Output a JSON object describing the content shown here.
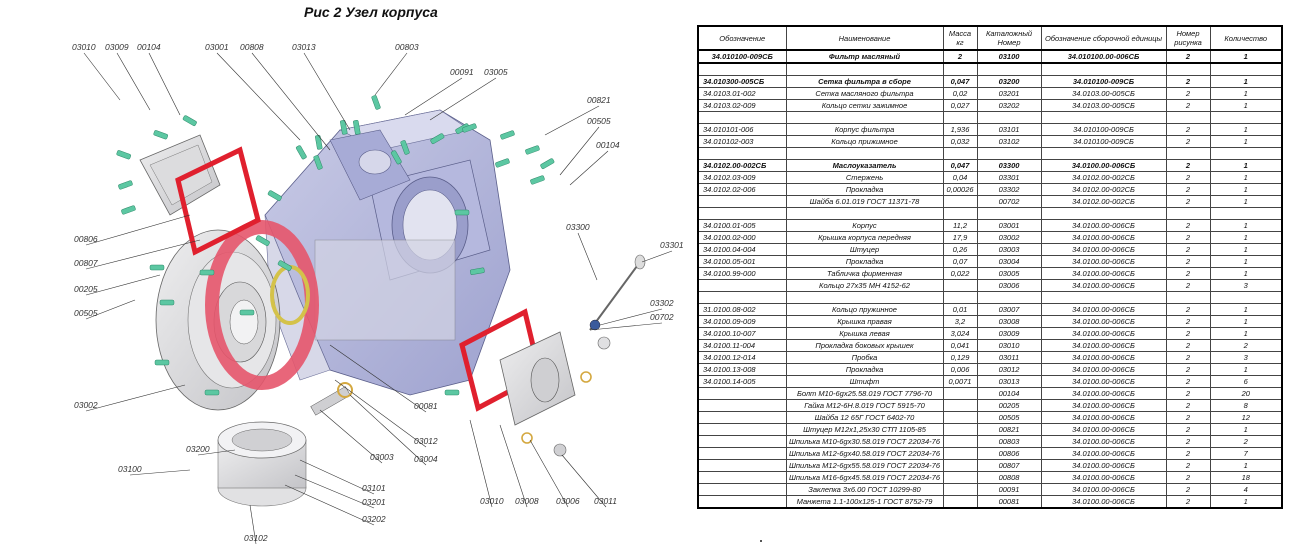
{
  "title": "Рис 2  Узел корпуса",
  "callouts": [
    {
      "id": "c1",
      "label": "03010"
    },
    {
      "id": "c2",
      "label": "03009"
    },
    {
      "id": "c3",
      "label": "00104"
    },
    {
      "id": "c4",
      "label": "03001"
    },
    {
      "id": "c5",
      "label": "00808"
    },
    {
      "id": "c6",
      "label": "03013"
    },
    {
      "id": "c7",
      "label": "00803"
    },
    {
      "id": "c8",
      "label": "00091"
    },
    {
      "id": "c9",
      "label": "03005"
    },
    {
      "id": "c10",
      "label": "00821"
    },
    {
      "id": "c11",
      "label": "00505"
    },
    {
      "id": "c12",
      "label": "00104"
    },
    {
      "id": "c13",
      "label": "03300"
    },
    {
      "id": "c14",
      "label": "03301"
    },
    {
      "id": "c15",
      "label": "03302"
    },
    {
      "id": "c16",
      "label": "00702"
    },
    {
      "id": "c17",
      "label": "00806"
    },
    {
      "id": "c18",
      "label": "00807"
    },
    {
      "id": "c19",
      "label": "00205"
    },
    {
      "id": "c20",
      "label": "00505"
    },
    {
      "id": "c21",
      "label": "03002"
    },
    {
      "id": "c22",
      "label": "00081"
    },
    {
      "id": "c23",
      "label": "03012"
    },
    {
      "id": "c24",
      "label": "03003"
    },
    {
      "id": "c25",
      "label": "03004"
    },
    {
      "id": "c26",
      "label": "03100"
    },
    {
      "id": "c27",
      "label": "03200"
    },
    {
      "id": "c28",
      "label": "03101"
    },
    {
      "id": "c29",
      "label": "03201"
    },
    {
      "id": "c30",
      "label": "03202"
    },
    {
      "id": "c31",
      "label": "03102"
    },
    {
      "id": "c32",
      "label": "03010"
    },
    {
      "id": "c33",
      "label": "03008"
    },
    {
      "id": "c34",
      "label": "03006"
    },
    {
      "id": "c35",
      "label": "03011"
    }
  ],
  "table": {
    "headers": [
      "Обозначение",
      "Наименование",
      "Масса кг",
      "Каталожный Номер",
      "Обозначение сборочной единицы",
      "Номер рисунка",
      "Количество"
    ],
    "rows": [
      {
        "type": "boxed",
        "cells": [
          "34.010100-009СБ",
          "Фильтр масляный",
          "2",
          "03100",
          "34.010100.00-006СБ",
          "2",
          "1"
        ]
      },
      {
        "type": "blank",
        "cells": [
          "",
          "",
          "",
          "",
          "",
          "",
          ""
        ]
      },
      {
        "type": "bold",
        "cells": [
          "34.010300-005СБ",
          "Сетка фильтра в сборе",
          "0,047",
          "03200",
          "34.010100-009СБ",
          "2",
          "1"
        ]
      },
      {
        "type": "normal",
        "cells": [
          "34.0103.01-002",
          "Сетка масляного фильтра",
          "0,02",
          "03201",
          "34.0103.00-005СБ",
          "2",
          "1"
        ]
      },
      {
        "type": "normal",
        "cells": [
          "34.0103.02-009",
          "Кольцо сетки зажимное",
          "0,027",
          "03202",
          "34.0103.00-005СБ",
          "2",
          "1"
        ]
      },
      {
        "type": "blank",
        "cells": [
          "",
          "",
          "",
          "",
          "",
          "",
          ""
        ]
      },
      {
        "type": "normal",
        "cells": [
          "34.010101-006",
          "Корпус фильтра",
          "1,936",
          "03101",
          "34.010100-009СБ",
          "2",
          "1"
        ]
      },
      {
        "type": "normal",
        "cells": [
          "34.010102-003",
          "Кольцо прижимное",
          "0,032",
          "03102",
          "34.010100-009СБ",
          "2",
          "1"
        ]
      },
      {
        "type": "blank",
        "cells": [
          "",
          "",
          "",
          "",
          "",
          "",
          ""
        ]
      },
      {
        "type": "bold",
        "cells": [
          "34.0102.00-002СБ",
          "Маслоуказатель",
          "0,047",
          "03300",
          "34.0100.00-006СБ",
          "2",
          "1"
        ]
      },
      {
        "type": "normal",
        "cells": [
          "34.0102.03-009",
          "Стержень",
          "0,04",
          "03301",
          "34.0102.00-002СБ",
          "2",
          "1"
        ]
      },
      {
        "type": "normal",
        "cells": [
          "34.0102.02-006",
          "Прокладка",
          "0,00026",
          "03302",
          "34.0102.00-002СБ",
          "2",
          "1"
        ]
      },
      {
        "type": "normal",
        "cells": [
          "",
          "Шайба 6.01.019 ГОСТ 11371-78",
          "",
          "00702",
          "34.0102.00-002СБ",
          "2",
          "1"
        ]
      },
      {
        "type": "blank",
        "cells": [
          "",
          "",
          "",
          "",
          "",
          "",
          ""
        ]
      },
      {
        "type": "normal",
        "cells": [
          "34.0100.01-005",
          "Корпус",
          "11,2",
          "03001",
          "34.0100.00-006СБ",
          "2",
          "1"
        ]
      },
      {
        "type": "normal",
        "cells": [
          "34.0100.02-000",
          "Крышка корпуса передняя",
          "17,9",
          "03002",
          "34.0100.00-006СБ",
          "2",
          "1"
        ]
      },
      {
        "type": "normal",
        "cells": [
          "34.0100.04-004",
          "Штуцер",
          "0,26",
          "03003",
          "34.0100.00-006СБ",
          "2",
          "1"
        ]
      },
      {
        "type": "normal",
        "cells": [
          "34.0100.05-001",
          "Прокладка",
          "0,07",
          "03004",
          "34.0100.00-006СБ",
          "2",
          "1"
        ]
      },
      {
        "type": "normal",
        "cells": [
          "34.0100.99-000",
          "Табличка фирменная",
          "0,022",
          "03005",
          "34.0100.00-006СБ",
          "2",
          "1"
        ]
      },
      {
        "type": "normal",
        "cells": [
          "",
          "Кольцо 27х35 МН 4152-62",
          "",
          "03006",
          "34.0100.00-006СБ",
          "2",
          "3"
        ]
      },
      {
        "type": "blank",
        "cells": [
          "",
          "",
          "",
          "",
          "",
          "",
          ""
        ]
      },
      {
        "type": "normal",
        "cells": [
          "31.0100.08-002",
          "Кольцо пружинное",
          "0,01",
          "03007",
          "34.0100.00-006СБ",
          "2",
          "1"
        ]
      },
      {
        "type": "normal",
        "cells": [
          "34.0100.09-009",
          "Крышка правая",
          "3,2",
          "03008",
          "34.0100.00-006СБ",
          "2",
          "1"
        ]
      },
      {
        "type": "normal",
        "cells": [
          "34.0100.10-007",
          "Крышка левая",
          "3,024",
          "03009",
          "34.0100.00-006СБ",
          "2",
          "1"
        ]
      },
      {
        "type": "normal",
        "cells": [
          "34.0100.11-004",
          "Прокладка боковых крышек",
          "0,041",
          "03010",
          "34.0100.00-006СБ",
          "2",
          "2"
        ]
      },
      {
        "type": "normal",
        "cells": [
          "34.0100.12-014",
          "Пробка",
          "0,129",
          "03011",
          "34.0100.00-006СБ",
          "2",
          "3"
        ]
      },
      {
        "type": "normal",
        "cells": [
          "34.0100.13-008",
          "Прокладка",
          "0,006",
          "03012",
          "34.0100.00-006СБ",
          "2",
          "1"
        ]
      },
      {
        "type": "normal",
        "cells": [
          "34.0100.14-005",
          "Штифт",
          "0,0071",
          "03013",
          "34.0100.00-006СБ",
          "2",
          "6"
        ]
      },
      {
        "type": "normal",
        "cells": [
          "",
          "Болт М10-6gх25.58.019 ГОСТ 7796-70",
          "",
          "00104",
          "34.0100.00-006СБ",
          "2",
          "20"
        ]
      },
      {
        "type": "normal",
        "cells": [
          "",
          "Гайка М12-6Н.8.019 ГОСТ 5915-70",
          "",
          "00205",
          "34.0100.00-006СБ",
          "2",
          "8"
        ]
      },
      {
        "type": "normal",
        "cells": [
          "",
          "Шайба 12 65Г ГОСТ 6402-70",
          "",
          "00505",
          "34.0100.00-006СБ",
          "2",
          "12"
        ]
      },
      {
        "type": "normal",
        "cells": [
          "",
          "Штуцер М12х1,25х30 СТП 1105-85",
          "",
          "00821",
          "34.0100.00-006СБ",
          "2",
          "1"
        ]
      },
      {
        "type": "normal",
        "cells": [
          "",
          "Шпилька М10-6gх30.58.019 ГОСТ 22034-76",
          "",
          "00803",
          "34.0100.00-006СБ",
          "2",
          "2"
        ]
      },
      {
        "type": "normal",
        "cells": [
          "",
          "Шпилька М12-6gх40.58.019 ГОСТ 22034-76",
          "",
          "00806",
          "34.0100.00-006СБ",
          "2",
          "7"
        ]
      },
      {
        "type": "normal",
        "cells": [
          "",
          "Шпилька М12-6gх55.58.019 ГОСТ 22034-76",
          "",
          "00807",
          "34.0100.00-006СБ",
          "2",
          "1"
        ]
      },
      {
        "type": "normal",
        "cells": [
          "",
          "Шпилька М16-6gх45.58.019 ГОСТ 22034-76",
          "",
          "00808",
          "34.0100.00-006СБ",
          "2",
          "18"
        ]
      },
      {
        "type": "normal",
        "cells": [
          "",
          "Заклепка 3х6.00 ГОСТ 10299-80",
          "",
          "00091",
          "34.0100.00-006СБ",
          "2",
          "4"
        ]
      },
      {
        "type": "normal",
        "cells": [
          "",
          "Манжета 1.1-100х125-1 ГОСТ 8752-79",
          "",
          "00081",
          "34.0100.00-006СБ",
          "2",
          "1"
        ]
      }
    ]
  }
}
